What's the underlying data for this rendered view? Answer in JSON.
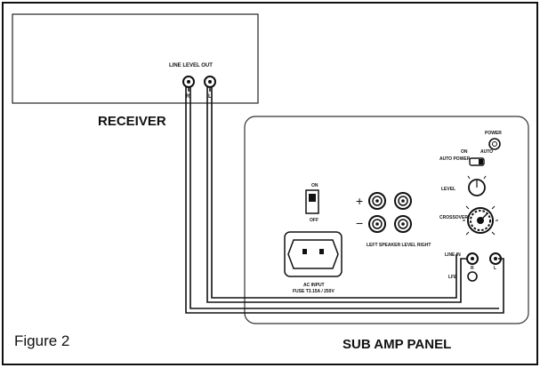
{
  "figure_label": "Figure 2",
  "receiver": {
    "name": "RECEIVER",
    "output_label": "LINE LEVEL OUT",
    "jack_right": "R",
    "jack_left": "L"
  },
  "sub_amp_panel": {
    "name": "SUB AMP PANEL",
    "power_switch": {
      "on": "ON",
      "off": "OFF"
    },
    "speaker_plus": "+",
    "speaker_minus": "−",
    "speaker_caption": "LEFT   SPEAKER LEVEL   RIGHT",
    "power_led": "POWER",
    "on_label": "ON",
    "auto_label": "AUTO",
    "switch_label": "AUTO POWER",
    "level_label": "LEVEL",
    "crossover_label": "CROSSOVER FREQ.",
    "line_in_label": "LINE IN",
    "line_in_right": "R",
    "line_in_left": "L",
    "line_out_label": "LFE",
    "ac_label": "AC INPUT",
    "ac_sub": "FUSE T3.15A / 250V"
  }
}
